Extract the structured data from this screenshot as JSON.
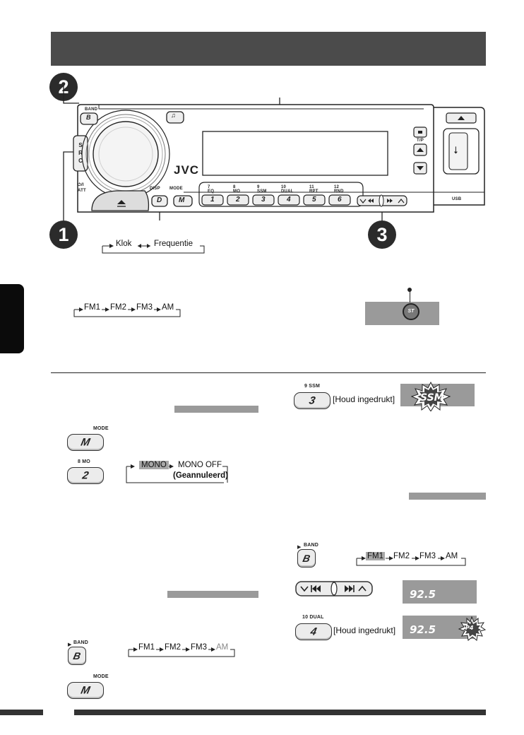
{
  "header_bar": {
    "color": "#4b4b4b"
  },
  "steps": {
    "one": "1",
    "two": "2",
    "three": "3"
  },
  "faceplate": {
    "brand": "JVC",
    "src_letters": [
      "S",
      "R",
      "C"
    ],
    "band_label": "BAND",
    "band_key": "B",
    "att_label": "⏻/I ATT",
    "disp_label": "DISP",
    "mode_label": "MODE",
    "disp_key": "D",
    "mode_key": "M",
    "tp_label": "T/P",
    "usb_label": "USB",
    "preset_labels": [
      "7 EQ",
      "8 MO",
      "9 SSM",
      "10 DUAL",
      "11 RPT",
      "12 RND"
    ],
    "preset_keys": [
      "1",
      "2",
      "3",
      "4",
      "5",
      "6"
    ]
  },
  "clock_cycle": {
    "a": "Klok",
    "b": "Frequentie"
  },
  "band_cycle_top": {
    "items": [
      "FM1",
      "FM2",
      "FM3",
      "AM"
    ]
  },
  "st_indicator": {
    "label": "ST"
  },
  "left_section": {
    "mode_label": "MODE",
    "mode_key": "M",
    "mo_label": "8  MO",
    "mo_key": "2",
    "mono_seq": {
      "a": "MONO",
      "b": "MONO OFF",
      "c": "(Geannuleerd)"
    },
    "band_label": "BAND",
    "band_key": "B",
    "band_seq": [
      "FM1",
      "FM2",
      "FM3",
      "AM"
    ],
    "mode2_label": "MODE",
    "mode2_key": "M"
  },
  "right_section": {
    "ssm_label": "9  SSM",
    "ssm_key": "3",
    "hold": "[Houd ingedrukt]",
    "ssm_badge": "SSM",
    "band_label": "BAND",
    "band_key": "B",
    "band_seq": [
      "FM1",
      "FM2",
      "FM3",
      "AM"
    ],
    "freq": "92.5",
    "dual_label": "10  DUAL",
    "dual_key": "4",
    "hold2": "[Houd ingedrukt]",
    "freq2": "92.5",
    "preset_badge": "P4"
  }
}
